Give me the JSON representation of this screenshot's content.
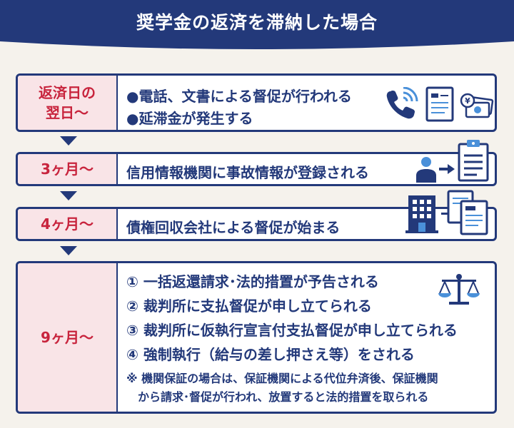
{
  "header": {
    "title": "奨学金の返済を滞納した場合"
  },
  "rows": [
    {
      "label_lines": [
        "返済日の",
        "翌日～"
      ],
      "items": [
        "●電話、文書による督促が行われる",
        "●延滞金が発生する"
      ]
    },
    {
      "label_lines": [
        "3ヶ月～"
      ],
      "items": [
        "信用情報機関に事故情報が登録される"
      ]
    },
    {
      "label_lines": [
        "4ヶ月～"
      ],
      "items": [
        "債権回収会社による督促が始まる"
      ]
    },
    {
      "label_lines": [
        "9ヶ月～"
      ],
      "items": [
        "① 一括返還請求･法的措置が予告される",
        "② 裁判所に支払督促が申し立てられる",
        "③ 裁判所に仮執行宣言付支払督促が申し立てられる",
        "④ 強制執行（給与の差し押さえ等）をされる"
      ],
      "note_lines": [
        "※ 機関保証の場合は、保証機関による代位弁済後、保証機関",
        "　から請求･督促が行われ、放置すると法的措置を取られる"
      ]
    }
  ],
  "colors": {
    "navy": "#23397a",
    "red": "#c8243d",
    "pink": "#f9e4e7",
    "light_blue": "#4a90d9"
  },
  "icons": [
    "phone-icon",
    "document-icon",
    "money-icon",
    "person-icon",
    "arrow-right-icon",
    "clipboard-icon",
    "building-icon",
    "documents-icon",
    "scales-icon"
  ]
}
